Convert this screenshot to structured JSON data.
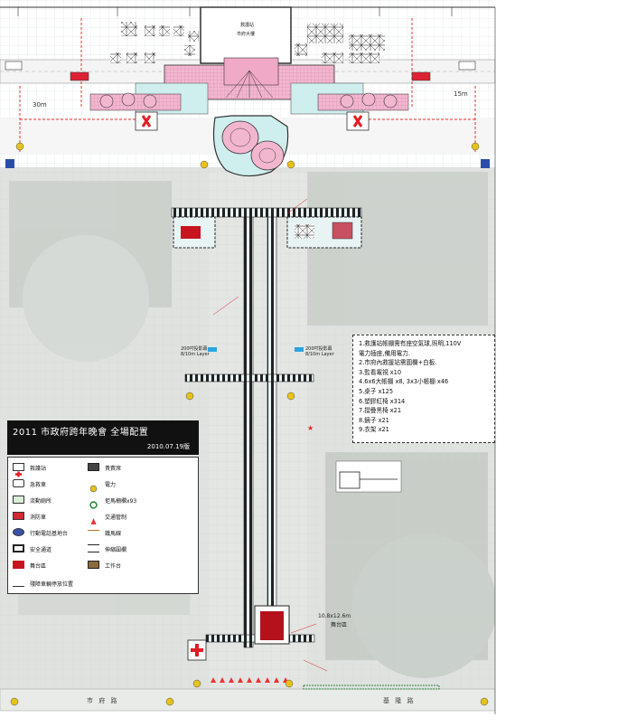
{
  "title": "2011  市政府跨年晚會 全場配置",
  "version_date": "2010.07.19版",
  "notes": [
    "1.救護站帳棚需有座空氣球,照明,110V",
    "   電力插座,備用電力.",
    "2.市府內救援站需圍欄+白板.",
    "3.監看電視 x10",
    "4.6x6大帳棚 x8,  3x3小帳棚 x46",
    "5.桌子 x125",
    "6.塑膠紅椅 x314",
    "7.摺疊黑椅 x21",
    "8.鏡子 x21",
    "9.衣架 x21"
  ],
  "legend": {
    "first_aid": "救護站",
    "ambulance": "急救車",
    "mobile_toilet": "流動廁所",
    "fire_truck": "消防車",
    "mobile_power": "行動電話基地台",
    "safety_exit": "安全通道",
    "stage": "舞台區",
    "vip_seat": "貴賓席",
    "power": "電力",
    "barricade": "拒馬柵欄x93",
    "traffic_control": "交通管制",
    "fence_line": "鐵馬線",
    "flex_fence": "伸縮圍欄",
    "workstation": "工作台",
    "accessible_vehicle": "殘障車輛停放位置"
  },
  "labels": {
    "stage_size": "10.8x12.6m",
    "stage_name": "舞台區",
    "screen_left": "200吋投影幕",
    "screen_left_sub": "8/10m Layer",
    "screen_right": "200吋投影幕",
    "screen_right_sub": "8/10m Layer",
    "dim_left": "30m",
    "dim_right": "15m",
    "street_left": "市 府 路",
    "street_bottom": "基 隆 路",
    "first_aid_hq": "救護站",
    "city_hall": "市府大樓"
  },
  "chart_data": {
    "type": "table",
    "title": "2011  市政府跨年晚會 全場配置",
    "items": [
      {
        "no": 3,
        "item": "監看電視",
        "qty": 10
      },
      {
        "no": 4,
        "item": "6x6大帳棚",
        "qty": 8
      },
      {
        "no": 4,
        "item": "3x3小帳棚",
        "qty": 46
      },
      {
        "no": 5,
        "item": "桌子",
        "qty": 125
      },
      {
        "no": 6,
        "item": "塑膠紅椅",
        "qty": 314
      },
      {
        "no": 7,
        "item": "摺疊黑椅",
        "qty": 21
      },
      {
        "no": 8,
        "item": "鏡子",
        "qty": 21
      },
      {
        "no": 9,
        "item": "衣架",
        "qty": 21
      }
    ]
  }
}
